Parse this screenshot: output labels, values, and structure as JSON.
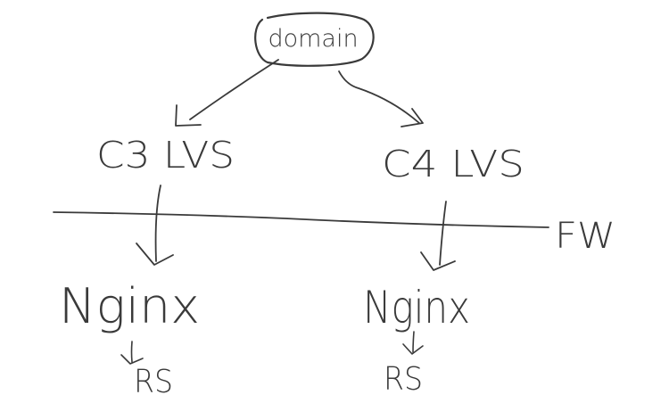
{
  "diagram": {
    "domain_label": "domain",
    "lvs_left": "C3 LVS",
    "lvs_right": "C4 LVS",
    "firewall_label": "FW",
    "nginx_left": "Nginx",
    "nginx_right": "Nginx",
    "rs_left": "RS",
    "rs_right": "RS"
  },
  "colors": {
    "ink": "#3a3a3a",
    "background": "#ffffff"
  }
}
